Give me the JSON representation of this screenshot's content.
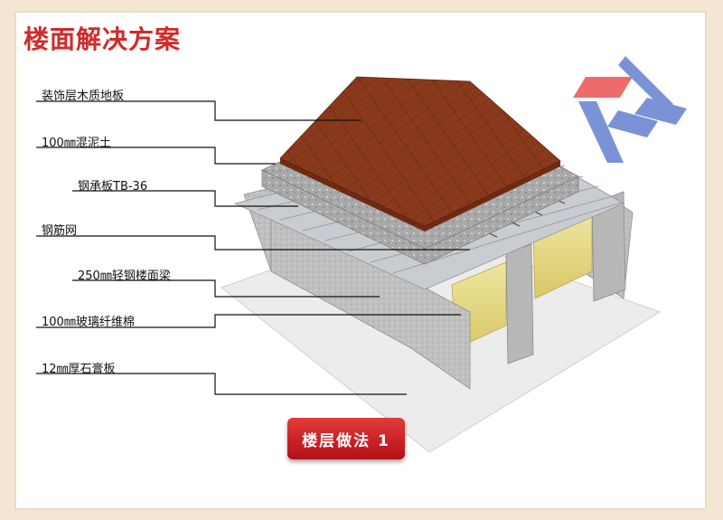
{
  "title": "楼面解决方案",
  "layers": [
    {
      "label": "装饰层木质地板"
    },
    {
      "label": "100㎜混泥土"
    },
    {
      "label": "钢承板TB-36"
    },
    {
      "label": "钢筋网"
    },
    {
      "label": "250㎜轻钢楼面梁"
    },
    {
      "label": "100㎜玻璃纤维棉"
    },
    {
      "label": "12㎜厚石膏板"
    }
  ],
  "caption": "楼层做法 1",
  "colors": {
    "title": "#d22a2a",
    "wood": "#8a3a1c",
    "concrete": "#a9a9a9",
    "steel": "#c9ccd0",
    "insulation": "#e7dc8a",
    "gypsum": "#ececec",
    "logo_red": "#ef6b6b",
    "logo_blue": "#7a93d6"
  },
  "icons": [
    "logo-icon"
  ]
}
